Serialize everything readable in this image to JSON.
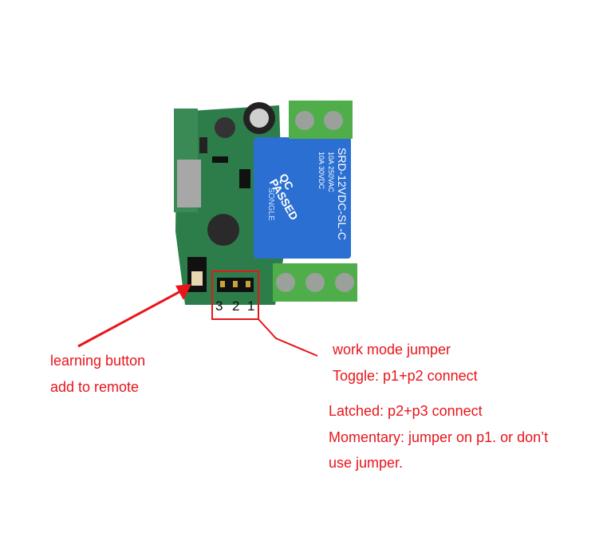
{
  "annotations": {
    "learning_button_line1": "learning button",
    "learning_button_line2": "add to remote",
    "work_mode_title": "work mode jumper",
    "toggle_mode": "Toggle: p1+p2  connect",
    "latched_mode": "Latched:  p2+p3  connect",
    "momentary_mode": "Momentary:  jumper on p1.  or  don’t",
    "momentary_mode_cont": "use jumper."
  },
  "jumper_pins": [
    "3",
    "2",
    "1"
  ],
  "relay": {
    "model": "SRD-12VDC-SL-C",
    "brand": "SONGLE",
    "qc_line1": "QC",
    "qc_line2": "PASSED",
    "rating1": "10A 250VAC",
    "rating2": "10A 30VDC"
  },
  "colors": {
    "annotation": "#e8151b",
    "pcb": "#2d7d4a",
    "relay": "#2a6fd1",
    "terminal": "#4fae4a"
  }
}
